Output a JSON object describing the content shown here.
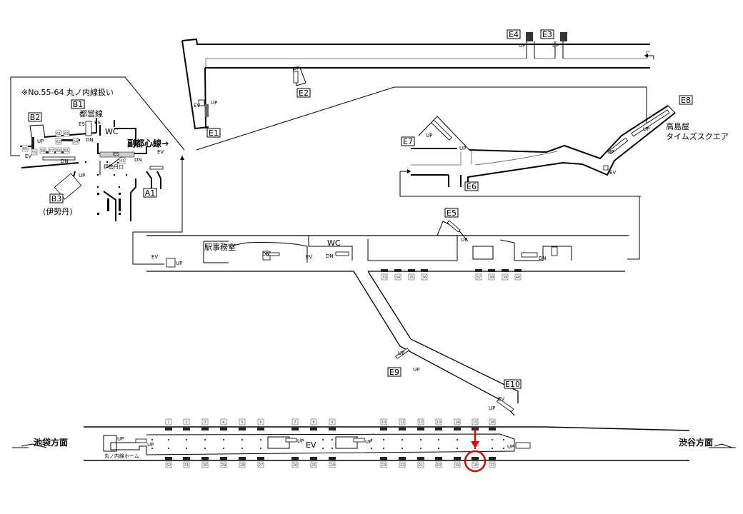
{
  "directions": {
    "west": "池袋方面",
    "east": "渋谷方面"
  },
  "note": "※No.55-64 丸ノ内線扱い",
  "labels": {
    "toei": "都営線",
    "fukutoshin": "副都心線→",
    "isetan": "(伊勢丹)",
    "isetan_gate": "伊勢丹口",
    "station_office": "駅事務室",
    "wc": "WC",
    "takashimaya_1": "高島屋",
    "takashimaya_2": "タイムズスクエア",
    "marunouchi_platform": "丸ノ内線ホーム",
    "up": "UP",
    "dn": "DN",
    "ev": "EV",
    "es": "ES"
  },
  "exits": {
    "B1": "B1",
    "B2": "B2",
    "B3": "B3",
    "A1": "A1",
    "E1": "E1",
    "E2": "E2",
    "E3": "E3",
    "E4": "E4",
    "E5": "E5",
    "E6": "E6",
    "E7": "E7",
    "E8": "E8",
    "E9": "E9",
    "E10": "E10"
  },
  "platform_numbers_top": [
    "1",
    "2",
    "3",
    "4",
    "5",
    "6",
    "7",
    "8",
    "9",
    "10",
    "11",
    "12",
    "13",
    "14",
    "15",
    "16"
  ],
  "platform_numbers_bottom": [
    "32",
    "31",
    "30",
    "29",
    "28",
    "27",
    "26",
    "25",
    "24",
    "23",
    "22",
    "21",
    "20",
    "19",
    "18",
    "17"
  ],
  "concourse_numbers": [
    "33",
    "34",
    "35",
    "36",
    "37",
    "38",
    "39",
    "40"
  ],
  "b_area_numbers": [
    "61",
    "63",
    "62",
    "64",
    "60",
    "59",
    "58",
    "57",
    "56",
    "55",
    "41"
  ],
  "highlight": {
    "position": "18",
    "color": "#e00000"
  }
}
